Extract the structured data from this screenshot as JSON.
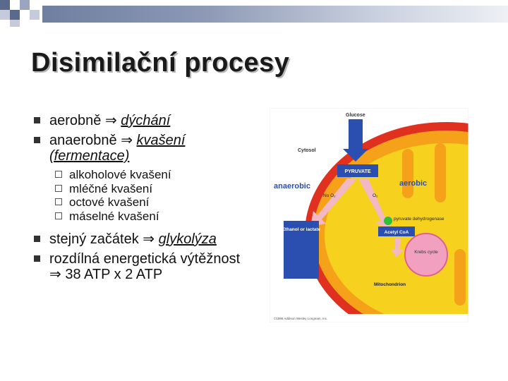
{
  "slide": {
    "title": "Disimilační procesy",
    "bullets": [
      {
        "prefix": "aerobně",
        "arrow": "⇒",
        "link": "dýchání",
        "suffix": ""
      },
      {
        "prefix": "anaerobně",
        "arrow": "⇒",
        "link": "kvašení (fermentace)",
        "suffix": ""
      }
    ],
    "sub_bullets": [
      "alkoholové kvašení",
      "mléčné kvašení",
      "octové kvašení",
      "máselné kvašení"
    ],
    "bullets2": [
      {
        "prefix": "stejný začátek",
        "arrow": "⇒",
        "link": "glykolýza",
        "suffix": ""
      },
      {
        "prefix": "rozdílná energetická výtěžnost",
        "arrow": "⇒",
        "link": "",
        "suffix": "38 ATP x 2 ATP"
      }
    ]
  },
  "figure": {
    "glucose": "Glucose",
    "cytosol": "Cytosol",
    "pyruvate": "PYRUVATE",
    "anaerobic": "anaerobic",
    "aerobic": "aerobic",
    "no_o2": "No O₂",
    "o2": "O₂",
    "pyruvate_dehydrogenase": "pyruvate dehydrogenase",
    "acetyl_coa": "Acetyl CoA",
    "ethanol": "Ethanol or lactate",
    "krebs": "Krebs cycle",
    "mitochondrion": "Mitochondrion",
    "copyright": "©1999 Addison Wesley Longman, Inc.",
    "colors": {
      "mito_outer": "#e03020",
      "mito_inner": "#f5a21a",
      "matrix": "#f6d21e",
      "krebs": "#f2a0c0",
      "arrow_pink": "#f2b8c4",
      "blue_box": "#2a4fb0",
      "green_dot": "#2fbf3a"
    }
  }
}
